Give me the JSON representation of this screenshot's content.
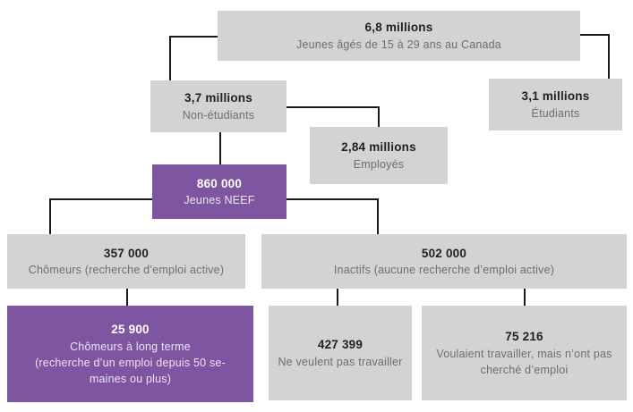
{
  "colors": {
    "box_gray": "#d2d3d5",
    "box_purple": "#7d55a0",
    "number_text": "#231f20",
    "label_text": "#6d6e71",
    "connector": "#1a1a1a"
  },
  "nodes": {
    "total": {
      "number": "6,8 millions",
      "label": "Jeunes âgés de 15 à 29 ans au Canada"
    },
    "non_students": {
      "number": "3,7 millions",
      "label": "Non-étudiants"
    },
    "students": {
      "number": "3,1 millions",
      "label": "Étudiants"
    },
    "employed": {
      "number": "2,84 millions",
      "label": "Employés"
    },
    "neet": {
      "number": "860 000",
      "label": "Jeunes NEEF"
    },
    "unemployed": {
      "number": "357 000",
      "label": "Chômeurs (recherche d’emploi active)"
    },
    "inactive": {
      "number": "502 000",
      "label": "Inactifs (aucune recherche d’emploi active)"
    },
    "long_term": {
      "number": "25 900",
      "label": "Chômeurs à long terme\n(recherche d’un emploi depuis 50 se-\nmaines ou plus)"
    },
    "dont_want": {
      "number": "427 399",
      "label": "Ne veulent pas travailler"
    },
    "wanted": {
      "number": "75 216",
      "label": "Voulaient travailler, mais n’ont pas\ncherché d’emploi"
    }
  }
}
